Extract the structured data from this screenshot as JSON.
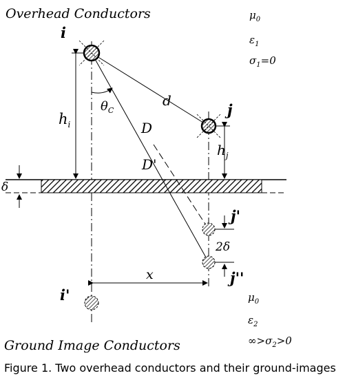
{
  "diagram": {
    "title_top": "Overhead Conductors",
    "title_bottom": "Ground Image Conductors",
    "caption": "Figure 1. Two overhead conductors and their ground-images",
    "upper_medium": {
      "mu": "μ",
      "mu_sub": "0",
      "eps": "ε",
      "eps_sub": "1",
      "sigma": "σ",
      "sigma_sub": "1",
      "sigma_rest": "=0"
    },
    "lower_medium": {
      "mu": "μ",
      "mu_sub": "0",
      "eps": "ε",
      "eps_sub": "2",
      "sigma_prefix": "∞>σ",
      "sigma_sub": "2",
      "sigma_rest": ">0"
    },
    "conductors": {
      "i": "i",
      "j": "j",
      "i_image": "i'",
      "j_image": "j'",
      "j_image2": "j''"
    },
    "labels": {
      "d": "d",
      "D": "D",
      "D_prime": "D'",
      "hi": "h",
      "hi_sub": "i",
      "hj": "h",
      "hj_sub": "j",
      "theta": "θ",
      "theta_sub": "C",
      "x": "x",
      "delta": "δ",
      "two_delta": "2δ"
    }
  }
}
